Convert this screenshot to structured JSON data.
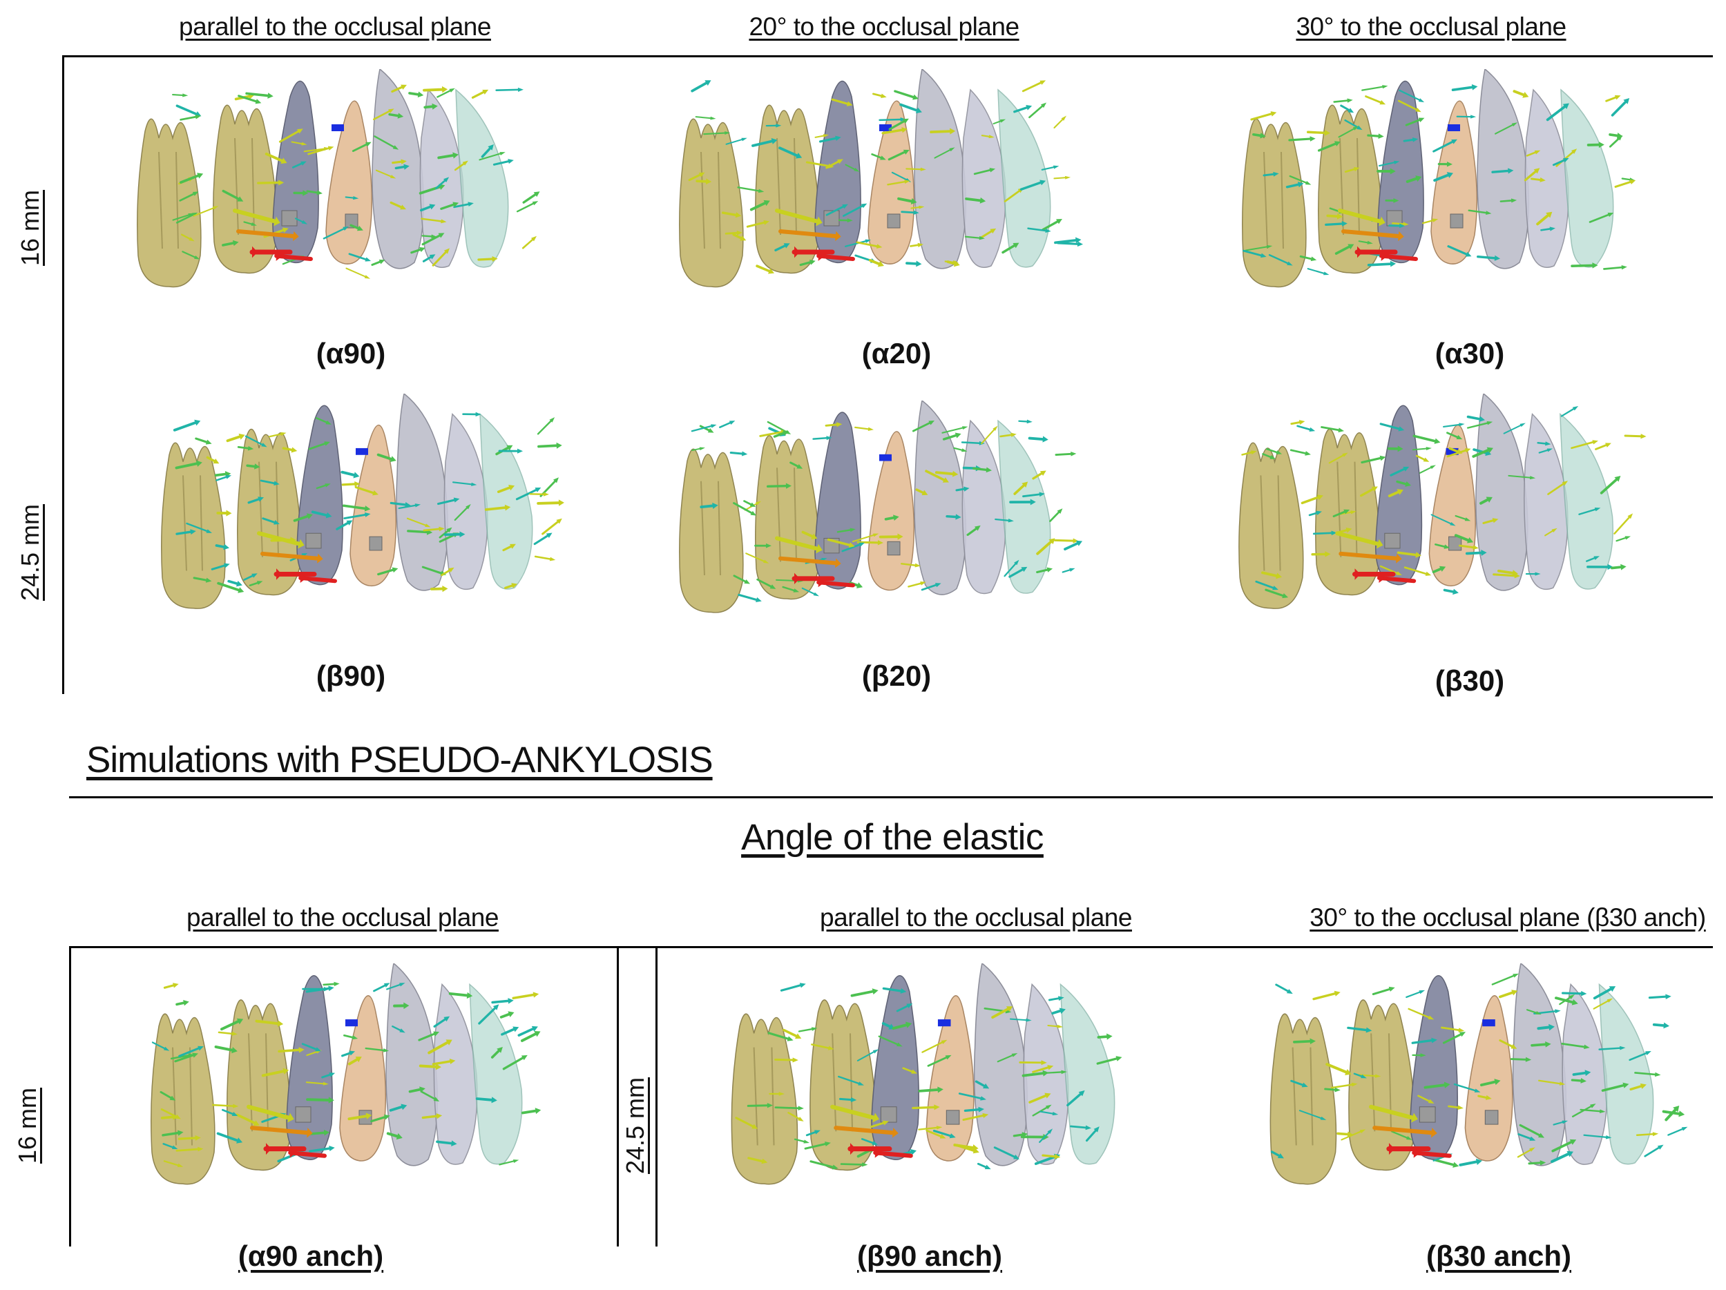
{
  "top_section": {
    "column_headers": [
      "parallel to the occlusal plane",
      "20° to the occlusal plane",
      "30° to the occlusal plane"
    ],
    "row_labels": [
      "16 mm",
      "24.5 mm"
    ],
    "captions": [
      "(α90)",
      "(α20)",
      "(α30)",
      "(β90)",
      "(β20)",
      "(β30)"
    ]
  },
  "section_title": "Simulations with PSEUDO-ANKYLOSIS",
  "subtitle": "Angle of the elastic",
  "bottom_section": {
    "column_headers": [
      "parallel to the occlusal plane",
      "parallel to the occlusal plane",
      "30° to the occlusal plane (β30 anch)"
    ],
    "row_labels": [
      "16 mm",
      "24.5 mm"
    ],
    "captions": [
      "(α90 anch)",
      "(β90 anch)",
      "(β30 anch)"
    ]
  },
  "colors": {
    "molar": "#c9bd7a",
    "premolar_gray": "#8b8fa6",
    "premolar_peach": "#e6c3a0",
    "canine": "#c3c4cf",
    "incisor_teal": "#b8dcd2",
    "arrow_red": "#e02020",
    "arrow_orange": "#e08a10",
    "arrow_green": "#4cc050",
    "arrow_teal": "#20b4a8",
    "arrow_yellow": "#c8d020",
    "marker_blue": "#1a2ee0"
  },
  "icons": [
    "tooth-model-image"
  ]
}
